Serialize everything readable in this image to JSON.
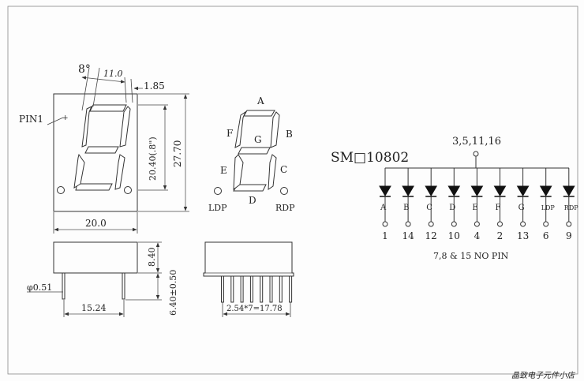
{
  "front_view": {
    "angle_label": "8°",
    "digit_width_label": "11.0",
    "segment_width_label": "1.85",
    "pin1_label": "PIN1",
    "digit_height_label": "20.40(.8\")",
    "body_height_label": "27.70",
    "body_width_label": "20.0"
  },
  "segment_view": {
    "labels": [
      "A",
      "B",
      "C",
      "D",
      "E",
      "F",
      "G",
      "LDP",
      "RDP"
    ]
  },
  "side_view": {
    "body_depth_label": "8.40",
    "pin_length_label": "6.40±0.50",
    "pin_diameter_label": "φ0.51",
    "row_spacing_label": "15.24"
  },
  "bottom_view": {
    "pin_pitch_label": "2.54*7=17.78",
    "pin_count": 8
  },
  "schematic": {
    "part_number": "SM□10802",
    "common_pins_label": "3,5,11,16",
    "segments": [
      {
        "name": "A",
        "pin": "1"
      },
      {
        "name": "B",
        "pin": "14"
      },
      {
        "name": "C",
        "pin": "12"
      },
      {
        "name": "D",
        "pin": "10"
      },
      {
        "name": "E",
        "pin": "4"
      },
      {
        "name": "F",
        "pin": "2"
      },
      {
        "name": "G",
        "pin": "13"
      },
      {
        "name": "LDP",
        "pin": "6"
      },
      {
        "name": "RDP",
        "pin": "9"
      }
    ],
    "no_pin_note": "7,8 & 15  NO  PIN"
  },
  "watermark": "晶致电子元件小店"
}
